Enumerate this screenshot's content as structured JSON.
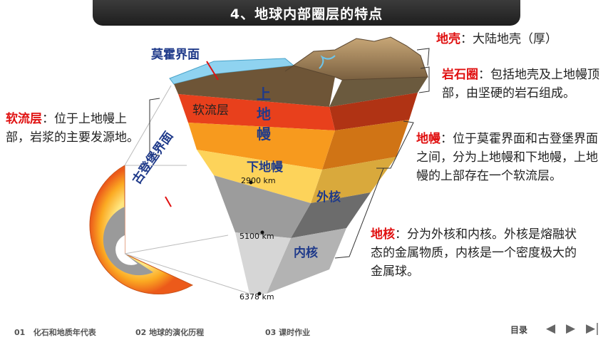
{
  "title": "4、地球内部圈层的特点",
  "diagram_labels": {
    "moho": "莫霍界面",
    "gutenberg": "古登堡界面",
    "asthenosphere": "软流层",
    "upper_mantle": "上地幔",
    "lower_mantle": "下地幔",
    "outer_core": "外核",
    "inner_core": "内核",
    "depth_2900": "2900 km",
    "depth_5100": "5100 km",
    "depth_6378": "6378 km"
  },
  "notes": {
    "crust": {
      "term": "地壳",
      "text": "：大陆地壳（厚）"
    },
    "lithosphere": {
      "term": "岩石圈",
      "text": "：包括地壳及上地幔顶部，由坚硬的岩石组成。"
    },
    "mantle": {
      "term": "地幔",
      "text": "：位于莫霍界面和古登堡界面之间，分为上地幔和下地幔，上地幔的上部存在一个软流层。"
    },
    "core": {
      "term": "地核",
      "text": "：分为外核和内核。外核是熔融状态的金属物质，内核是一个密度极大的金属球。"
    },
    "asthenosphere": {
      "term": "软流层",
      "text": "：位于上地幔上部，岩浆的主要发源地。"
    }
  },
  "footer": {
    "items": [
      "01   化石和地质年代表",
      "02 地球的演化历程",
      "03 课时作业"
    ],
    "menu": "目录"
  },
  "colors": {
    "term_red": "#e01010",
    "label_blue": "#1f3a8a",
    "asthenosphere_red": "#e8401c",
    "mantle_orange": "#f79a1e",
    "lower_mantle_yellow": "#fdd35a",
    "outer_core_gray": "#8e8e8e",
    "inner_core_gray": "#d4d4d4",
    "ocean_blue": "#8fd3f0"
  }
}
